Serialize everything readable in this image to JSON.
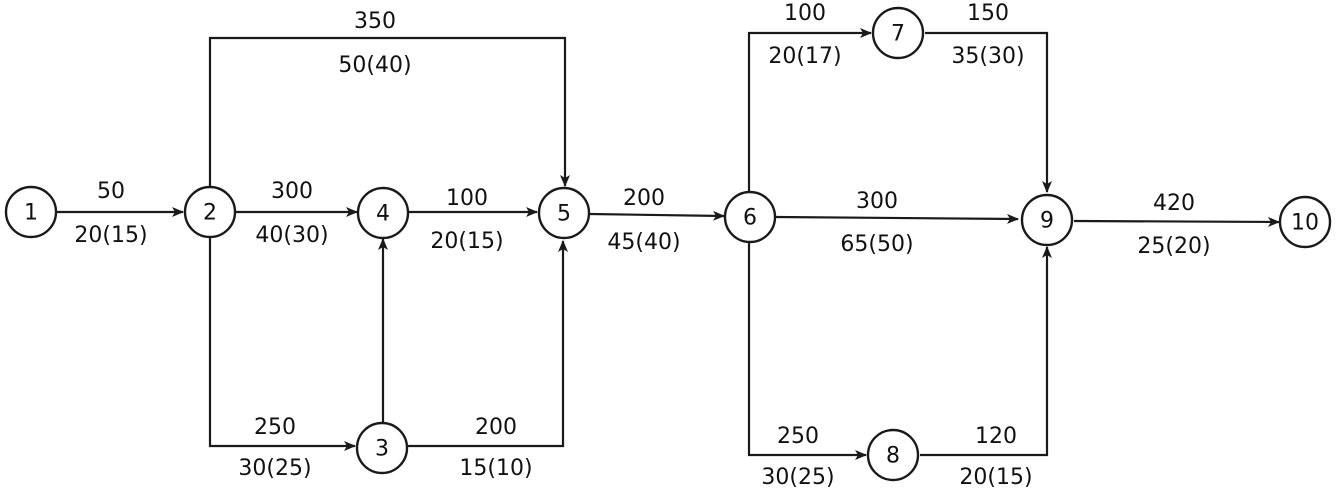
{
  "nodes": [
    {
      "id": "1",
      "label": "1"
    },
    {
      "id": "2",
      "label": "2"
    },
    {
      "id": "3",
      "label": "3"
    },
    {
      "id": "4",
      "label": "4"
    },
    {
      "id": "5",
      "label": "5"
    },
    {
      "id": "6",
      "label": "6"
    },
    {
      "id": "7",
      "label": "7"
    },
    {
      "id": "8",
      "label": "8"
    },
    {
      "id": "9",
      "label": "9"
    },
    {
      "id": "10",
      "label": "10"
    }
  ],
  "edges": [
    {
      "from": "1",
      "to": "2",
      "top": "50",
      "bottom": "20(15)"
    },
    {
      "from": "2",
      "to": "4",
      "top": "300",
      "bottom": "40(30)"
    },
    {
      "from": "2",
      "to": "5",
      "top": "350",
      "bottom": "50(40)"
    },
    {
      "from": "2",
      "to": "3",
      "top": "250",
      "bottom": "30(25)"
    },
    {
      "from": "3",
      "to": "4",
      "top": "",
      "bottom": ""
    },
    {
      "from": "3",
      "to": "5",
      "top": "200",
      "bottom": "15(10)"
    },
    {
      "from": "4",
      "to": "5",
      "top": "100",
      "bottom": "20(15)"
    },
    {
      "from": "5",
      "to": "6",
      "top": "200",
      "bottom": "45(40)"
    },
    {
      "from": "6",
      "to": "7",
      "top": "100",
      "bottom": "20(17)"
    },
    {
      "from": "6",
      "to": "9",
      "top": "300",
      "bottom": "65(50)"
    },
    {
      "from": "6",
      "to": "8",
      "top": "250",
      "bottom": "30(25)"
    },
    {
      "from": "7",
      "to": "9",
      "top": "150",
      "bottom": "35(30)"
    },
    {
      "from": "8",
      "to": "9",
      "top": "120",
      "bottom": "20(15)"
    },
    {
      "from": "9",
      "to": "10",
      "top": "420",
      "bottom": "25(20)"
    }
  ]
}
